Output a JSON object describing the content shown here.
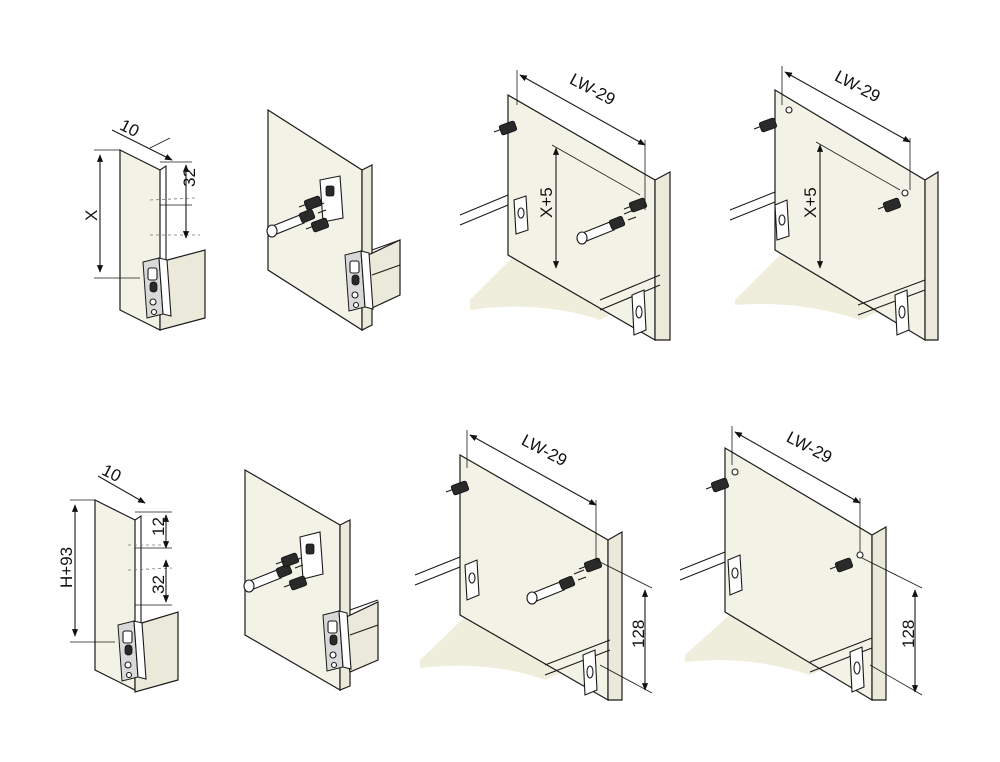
{
  "colors": {
    "panel": "#f3f2e6",
    "floor": "#efeedd",
    "line": "#1a1a1a"
  },
  "row1": {
    "step1": {
      "dim_top": "10",
      "dim_side": "32",
      "dim_height": "X"
    },
    "step3": {
      "dim_width": "LW-29",
      "dim_height": "X+5"
    },
    "step4": {
      "dim_width": "LW-29",
      "dim_height": "X+5"
    }
  },
  "row2": {
    "step1": {
      "dim_top": "10",
      "dim_side_a": "12",
      "dim_side_b": "32",
      "dim_height": "H+93"
    },
    "step3": {
      "dim_width": "LW-29",
      "dim_height": "128"
    },
    "step4": {
      "dim_width": "LW-29",
      "dim_height": "128"
    }
  }
}
